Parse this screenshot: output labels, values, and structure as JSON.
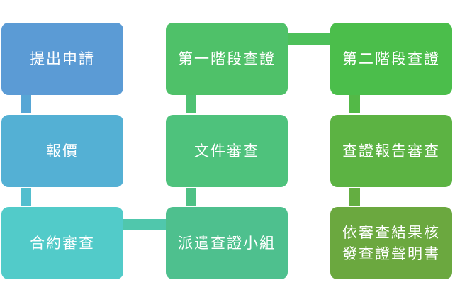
{
  "steps": {
    "s1": {
      "label": "提出申請",
      "color": "#5b9bd5"
    },
    "s2": {
      "label": "報價",
      "color": "#54b0d4"
    },
    "s3": {
      "label": "合約審查",
      "color": "#52cbc9"
    },
    "s4": {
      "label": "派遣查證小組",
      "color": "#4ec08e"
    },
    "s5": {
      "label": "文件審查",
      "color": "#4ec27c"
    },
    "s6": {
      "label": "第一階段查證",
      "color": "#4fc169"
    },
    "s7": {
      "label": "第二階段查證",
      "color": "#4bbe4b"
    },
    "s8": {
      "label": "查證報告審查",
      "color": "#5cb343"
    },
    "s9": {
      "label_line1": "依審查結果核",
      "label_line2": "發查證聲明書",
      "color": "#6ba83f"
    }
  },
  "connector_colors": {
    "c12": "#57a6d5",
    "c23": "#53bece",
    "c34": "#50c7ac",
    "c45": "#4ec185",
    "c56": "#4fc273",
    "c67": "#4dc05a",
    "c78": "#53b947",
    "c89": "#64ae41"
  }
}
